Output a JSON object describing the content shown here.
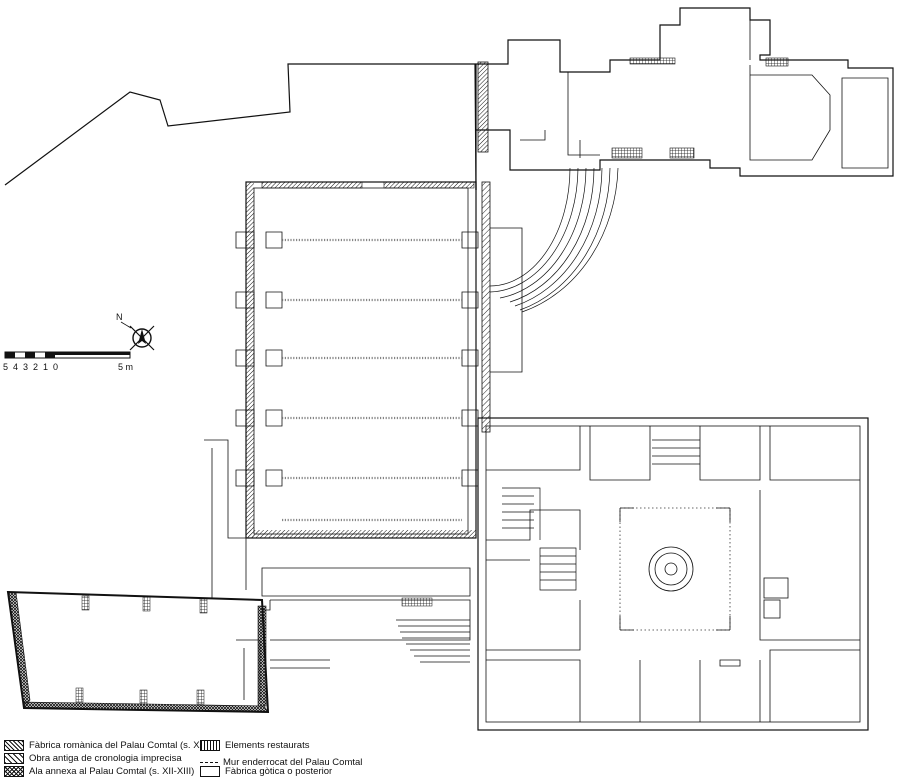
{
  "scale": {
    "ticks": [
      "5",
      "4",
      "3",
      "2",
      "1",
      "0",
      "5 m"
    ]
  },
  "compass": {
    "north_label": "N"
  },
  "legend": [
    {
      "label": "Fàbrica romànica del Palau Comtal (s. XI)",
      "pattern": "romanica"
    },
    {
      "label": "Obra antiga de cronologia imprecisa",
      "pattern": "antiga"
    },
    {
      "label": "Ala annexa al Palau Comtal (s. XII-XIII)",
      "pattern": "annexa"
    },
    {
      "label": "Elements restaurats",
      "pattern": "restaurats"
    },
    {
      "label": "Mur enderrocat del Palau Comtal",
      "pattern": "dash"
    },
    {
      "label": "Fàbrica gòtica o posterior",
      "pattern": "gotica"
    }
  ],
  "colors": {
    "ink": "#111111",
    "paper": "#ffffff"
  }
}
